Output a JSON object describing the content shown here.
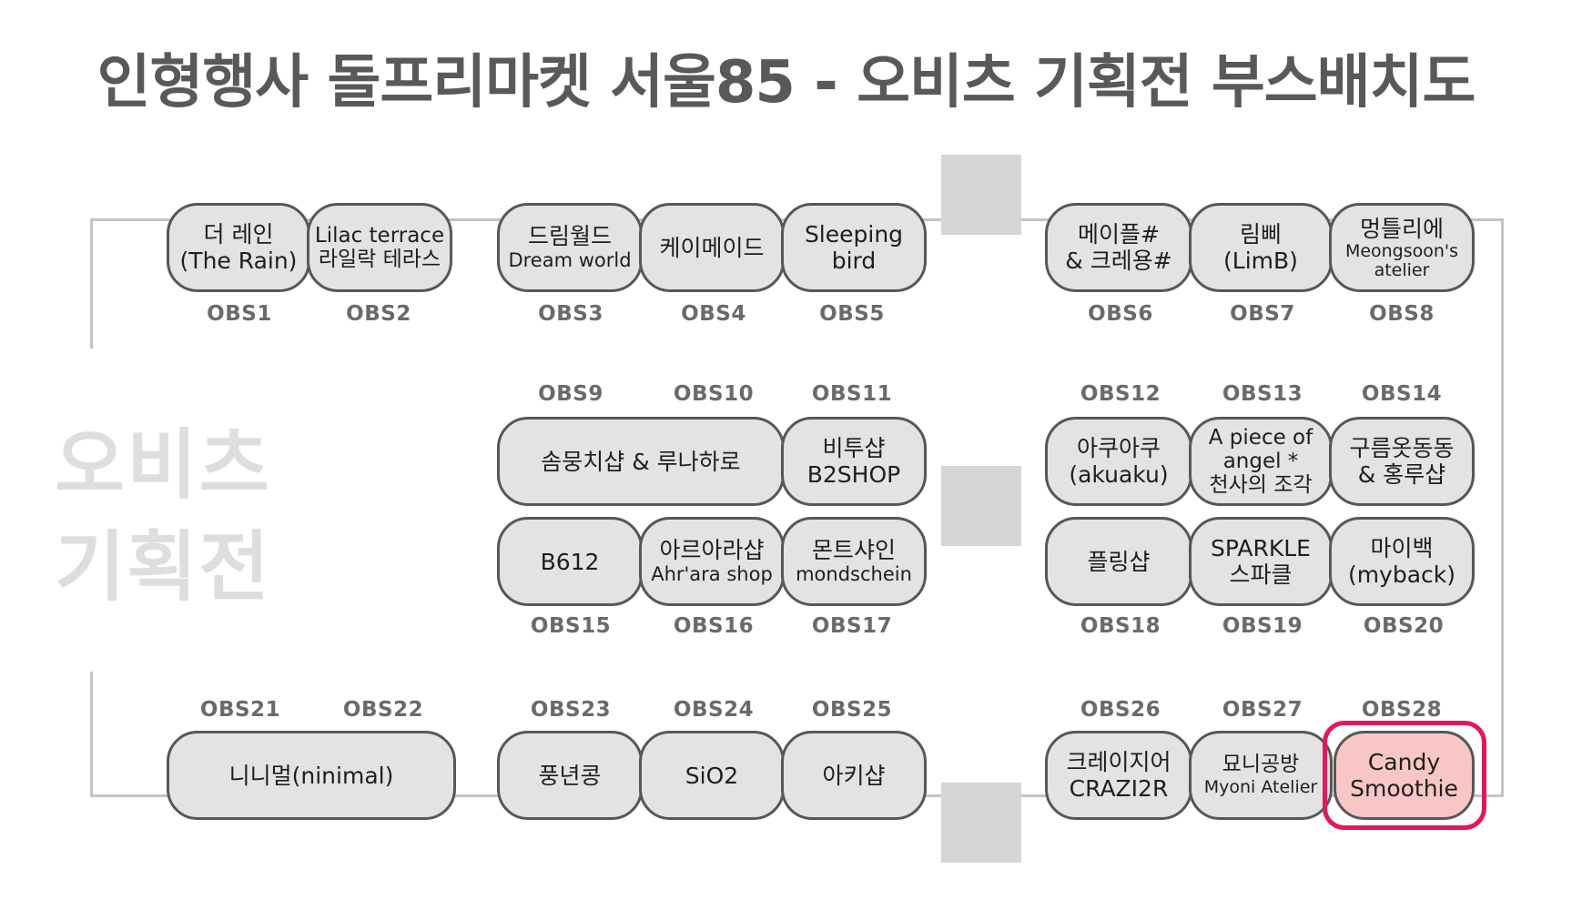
{
  "title": "인형행사 돌프리마켓 서울85 - 오비츠 기획전 부스배치도",
  "hall_label": {
    "line1": "오비츠",
    "line2": "기획전"
  },
  "colors": {
    "booth_fill": "#e3e3e3",
    "booth_border": "#575757",
    "highlight_fill": "#f9c6c6",
    "highlight_ring": "#e01a5a",
    "title_text": "#595959",
    "code_text": "#6a6a6a",
    "wall": "#c4c4c4",
    "pillar": "#d6d6d6"
  },
  "booths": [
    {
      "code": "OBS1",
      "lines": [
        "더 레인",
        "(The Rain)"
      ]
    },
    {
      "code": "OBS2",
      "lines": [
        "Lilac terrace",
        "라일락 테라스"
      ]
    },
    {
      "code": "OBS3",
      "lines": [
        "드림월드"
      ],
      "sub": [
        "Dream world"
      ]
    },
    {
      "code": "OBS4",
      "lines": [
        "케이메이드"
      ]
    },
    {
      "code": "OBS5",
      "lines": [
        "Sleeping",
        "bird"
      ]
    },
    {
      "code": "OBS6",
      "lines": [
        "메이플#",
        "& 크레용#"
      ]
    },
    {
      "code": "OBS7",
      "lines": [
        "림삐",
        "(LimB)"
      ]
    },
    {
      "code": "OBS8",
      "lines": [
        "멍틀리에"
      ],
      "sub": [
        "Meongsoon's",
        "atelier"
      ]
    },
    {
      "code": "OBS9–OBS10",
      "lines": [
        "솜뭉치샵 & 루나하로"
      ]
    },
    {
      "code": "OBS11",
      "lines": [
        "비투샵",
        "B2SHOP"
      ]
    },
    {
      "code": "OBS12",
      "lines": [
        "아쿠아쿠",
        "(akuaku)"
      ]
    },
    {
      "code": "OBS13",
      "lines": [
        "A piece of",
        "angel *",
        "천사의 조각"
      ]
    },
    {
      "code": "OBS14",
      "lines": [
        "구름옷동동",
        "& 홍루샵"
      ]
    },
    {
      "code": "OBS15",
      "lines": [
        "B612"
      ]
    },
    {
      "code": "OBS16",
      "lines": [
        "아르아라샵"
      ],
      "sub": [
        "Ahr'ara shop"
      ]
    },
    {
      "code": "OBS17",
      "lines": [
        "몬트샤인"
      ],
      "sub": [
        "mondschein"
      ]
    },
    {
      "code": "OBS18",
      "lines": [
        "플링샵"
      ]
    },
    {
      "code": "OBS19",
      "lines": [
        "SPARKLE",
        "스파클"
      ]
    },
    {
      "code": "OBS20",
      "lines": [
        "마이백",
        "(myback)"
      ]
    },
    {
      "code": "OBS21–OBS22",
      "lines": [
        "니니멀(ninimal)"
      ]
    },
    {
      "code": "OBS23",
      "lines": [
        "풍년콩"
      ]
    },
    {
      "code": "OBS24",
      "lines": [
        "SiO2"
      ]
    },
    {
      "code": "OBS25",
      "lines": [
        "아키샵"
      ]
    },
    {
      "code": "OBS26",
      "lines": [
        "크레이지어",
        "CRAZI2R"
      ]
    },
    {
      "code": "OBS27",
      "lines": [
        "묘니공방"
      ],
      "sub": [
        "Myoni Atelier"
      ]
    },
    {
      "code": "OBS28",
      "lines": [
        "Candy",
        "Smoothie"
      ],
      "highlighted": true
    }
  ],
  "codes": {
    "OBS1": "OBS1",
    "OBS2": "OBS2",
    "OBS3": "OBS3",
    "OBS4": "OBS4",
    "OBS5": "OBS5",
    "OBS6": "OBS6",
    "OBS7": "OBS7",
    "OBS8": "OBS8",
    "OBS9": "OBS9",
    "OBS10": "OBS10",
    "OBS11": "OBS11",
    "OBS12": "OBS12",
    "OBS13": "OBS13",
    "OBS14": "OBS14",
    "OBS15": "OBS15",
    "OBS16": "OBS16",
    "OBS17": "OBS17",
    "OBS18": "OBS18",
    "OBS19": "OBS19",
    "OBS20": "OBS20",
    "OBS21": "OBS21",
    "OBS22": "OBS22",
    "OBS23": "OBS23",
    "OBS24": "OBS24",
    "OBS25": "OBS25",
    "OBS26": "OBS26",
    "OBS27": "OBS27",
    "OBS28": "OBS28"
  }
}
